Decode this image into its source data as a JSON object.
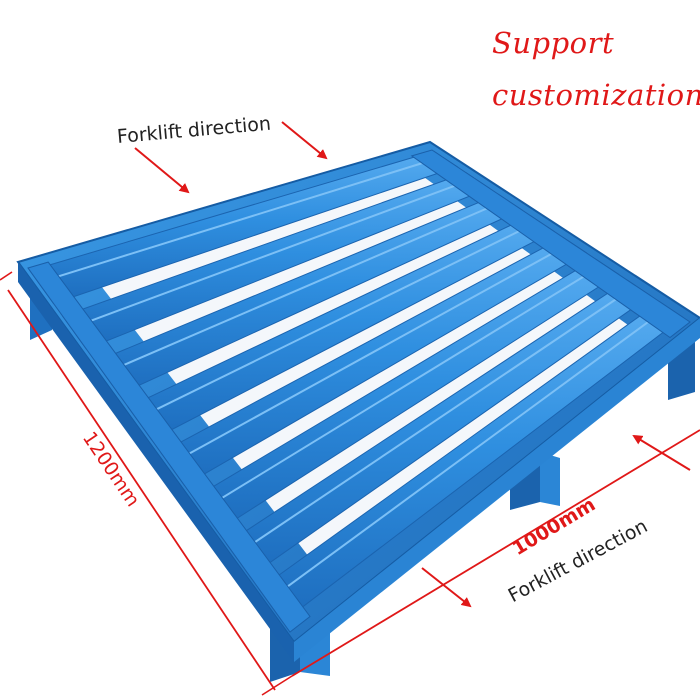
{
  "promo": {
    "line1": "Support",
    "line2": "customization"
  },
  "labels": {
    "forklift_top": "Forklift direction",
    "forklift_bottom": "Forklift direction",
    "dim_length": "1200mm",
    "dim_width": "1000mm"
  },
  "colors": {
    "pallet_blue": "#2d8fe0",
    "pallet_dark": "#1c6ab8",
    "accent_red": "#e01818"
  },
  "icons": [
    "red-arrow-icon"
  ]
}
